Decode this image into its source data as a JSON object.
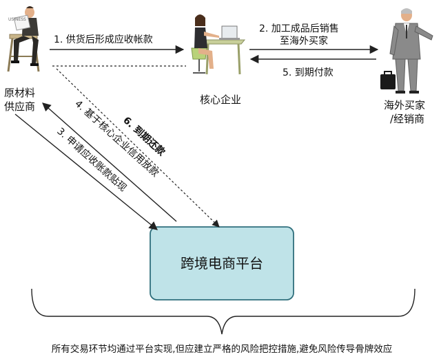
{
  "nodes": {
    "supplier": {
      "label_line1": "原材料",
      "label_line2": "供应商",
      "figure_icon": "seated-man-reading-icon"
    },
    "core": {
      "label": "核心企业",
      "figure_icon": "woman-at-desk-computer-icon"
    },
    "buyer": {
      "label_line1": "海外买家",
      "label_line2": "/经销商",
      "figure_icon": "businessman-with-briefcase-icon"
    },
    "platform": {
      "label": "跨境电商平台",
      "fill": "#bfe3e8",
      "stroke": "#2f6f7c"
    }
  },
  "edges": {
    "e1": {
      "label": "1. 供货后形成应收帐款"
    },
    "e2": {
      "label_line1": "2. 加工成品后销售",
      "label_line2": "至海外买家"
    },
    "e5": {
      "label": "5. 到期付款"
    },
    "e3": {
      "label": "3. 申请应收账款贴现"
    },
    "e4": {
      "label": "4. 基于核心企业信用放款"
    },
    "e6": {
      "label": "6. 到期还款"
    }
  },
  "footer": {
    "text": "所有交易环节均通过平台实现,但应建立严格的风险把控措施,避免风险传导骨牌效应"
  },
  "colors": {
    "arrow": "#222222",
    "skin": "#e3b08a",
    "chair": "#c9b58a"
  }
}
